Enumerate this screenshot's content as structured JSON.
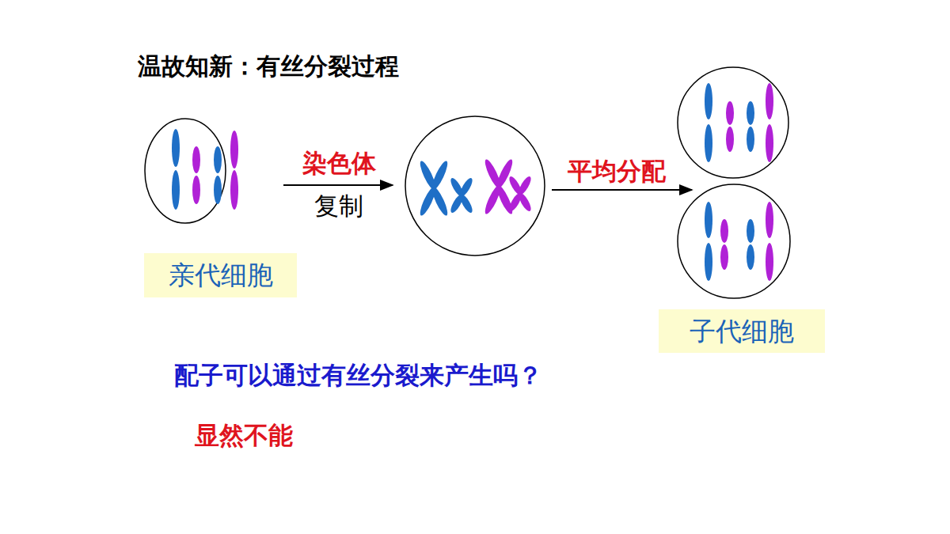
{
  "diagram": {
    "title": "温故知新：有丝分裂过程",
    "nodes": [
      {
        "text": [
          "亲代细胞"
        ]
      },
      {
        "text": [
          "子代细胞"
        ]
      }
    ],
    "labels": [
      "染色体",
      "复制",
      "平均分配",
      "配子可以通过有丝分裂来产生吗？",
      "显然不能"
    ]
  }
}
